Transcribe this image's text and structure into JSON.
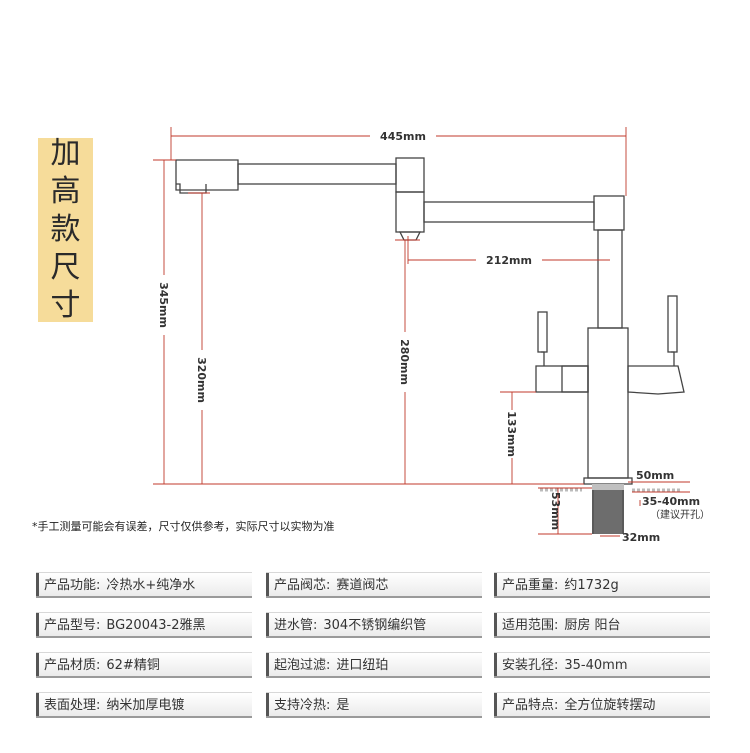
{
  "badge": [
    "加",
    "高",
    "款",
    "尺",
    "寸"
  ],
  "dimensions": {
    "total_width": "445mm",
    "spout_reach": "212mm",
    "total_height": "345mm",
    "spout_height": "320mm",
    "outlet_height": "280mm",
    "handle_height": "133mm",
    "base_diameter": "50mm",
    "hole_size": "35-40mm",
    "hole_note": "（建议开孔）",
    "shank_length": "53mm",
    "shank_diameter": "32mm"
  },
  "note": "*手工测量可能会有误差，尺寸仅供参考，实际尺寸以实物为准",
  "specs": [
    [
      {
        "k": "产品功能:",
        "v": "冷热水+纯净水"
      },
      {
        "k": "产品阀芯:",
        "v": "赛道阀芯"
      },
      {
        "k": "产品重量:",
        "v": "约1732g"
      }
    ],
    [
      {
        "k": "产品型号:",
        "v": "BG20043-2雅黑"
      },
      {
        "k": "进水管:",
        "v": "304不锈钢编织管"
      },
      {
        "k": "适用范围:",
        "v": "厨房 阳台"
      }
    ],
    [
      {
        "k": "产品材质:",
        "v": "62#精铜"
      },
      {
        "k": "起泡过滤:",
        "v": "进口纽珀"
      },
      {
        "k": "安装孔径:",
        "v": "35-40mm"
      }
    ],
    [
      {
        "k": "表面处理:",
        "v": "纳米加厚电镀"
      },
      {
        "k": "支持冷热:",
        "v": "是"
      },
      {
        "k": "产品特点:",
        "v": "全方位旋转摆动"
      }
    ]
  ]
}
